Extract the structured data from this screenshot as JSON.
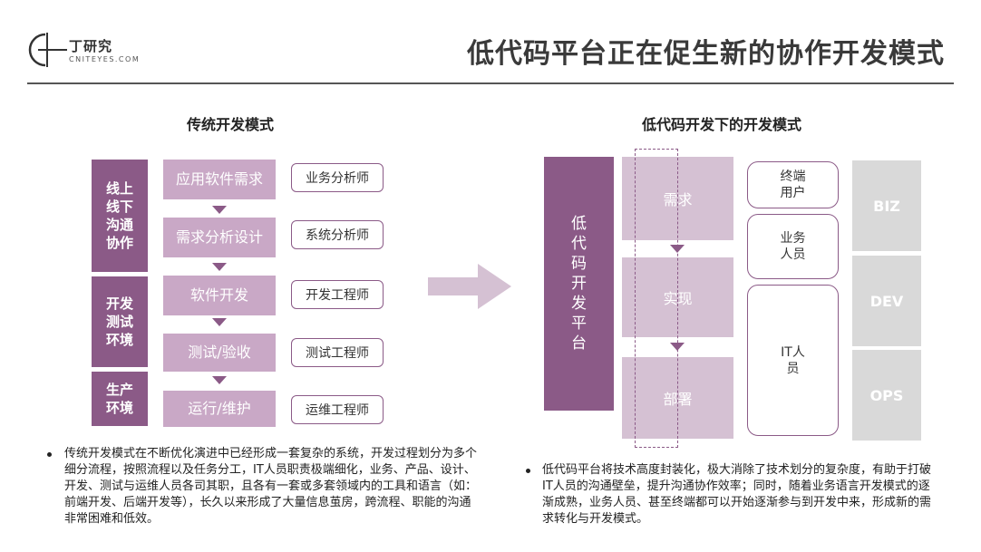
{
  "header": {
    "logo_cn": "丁研究",
    "logo_en": "CNITEYES.COM",
    "title": "低代码平台正在促生新的协作开发模式"
  },
  "left": {
    "title": "传统开发模式",
    "stages": [
      "线上线下沟通协作",
      "开发测试环境",
      "生产环境"
    ],
    "steps": [
      "应用软件需求",
      "需求分析设计",
      "软件开发",
      "测试/验收",
      "运行/维护"
    ],
    "roles": [
      "业务分析师",
      "系统分析师",
      "开发工程师",
      "测试工程师",
      "运维工程师"
    ],
    "note": "传统开发模式在不断优化演进中已经形成一套复杂的系统，开发过程划分为多个细分流程，按照流程以及任务分工，IT人员职责极端细化，业务、产品、设计、开发、测试与运维人员各司其职，且各有一套或多套领域内的工具和语言（如：前端开发、后端开发等），长久以来形成了大量信息茧房，跨流程、职能的沟通非常困难和低效。"
  },
  "right": {
    "title": "低代码开发下的开发模式",
    "platform": "低代码开发平台",
    "steps": [
      "需求",
      "实现",
      "部署"
    ],
    "roles": [
      "终端用户",
      "业务人员",
      "IT人员"
    ],
    "layers": [
      "BIZ",
      "DEV",
      "OPS"
    ],
    "note": "低代码平台将技术高度封装化，极大消除了技术划分的复杂度，有助于打破IT人员的沟通壁垒，提升沟通协作效率；同时，随着业务语言开发模式的逐渐成熟，业务人员、甚至终端都可以开始逐渐参与到开发中来，形成新的需求转化与开发模式。"
  },
  "colors": {
    "dark_purple": "#8b5a87",
    "light_purple": "#c9a8c6",
    "pale_purple": "#d5c1d3",
    "gray": "#d9d9d9"
  },
  "icons": [
    "logo-mark",
    "chevron-down-icon",
    "big-right-arrow-icon",
    "bullet-icon"
  ]
}
